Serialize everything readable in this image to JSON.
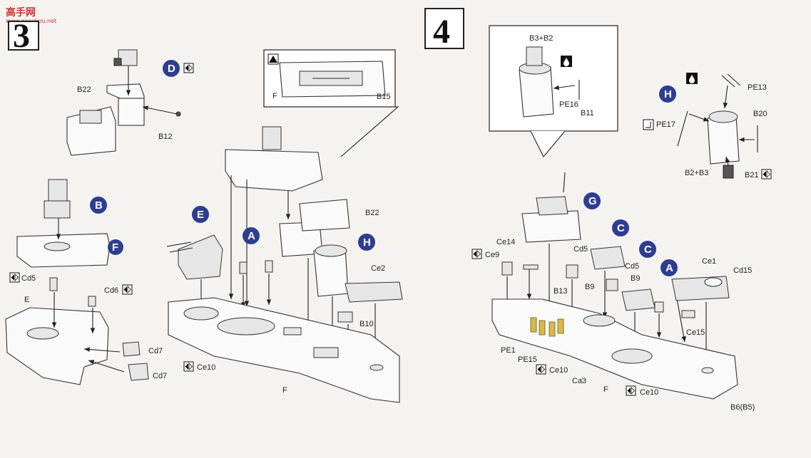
{
  "watermark": {
    "brand": "高手网",
    "url": "www.gaoshou.net"
  },
  "steps": {
    "step3": "3",
    "step4": "4"
  },
  "markers": {
    "A": "A",
    "B": "B",
    "C": "C",
    "D": "D",
    "E": "E",
    "F": "F",
    "G": "G",
    "H": "H"
  },
  "labels": {
    "B22": "B22",
    "B12": "B12",
    "B15": "B15",
    "F": "F",
    "Cd5": "Cd5",
    "Cd6": "Cd6",
    "Cd7": "Cd7",
    "E": "E",
    "Ce10": "Ce10",
    "Ce2": "Ce2",
    "B10": "B10",
    "B3B2": "B3+B2",
    "PE16": "PE16",
    "B11": "B11",
    "PE13": "PE13",
    "PE17": "PE17",
    "B20": "B20",
    "B2B3": "B2+B3",
    "B21": "B21",
    "Ce14": "Ce14",
    "Ce9": "Ce9",
    "B13": "B13",
    "B9": "B9",
    "Ce1": "Ce1",
    "Cd15": "Cd15",
    "Ce15": "Ce15",
    "PE1": "PE1",
    "PE15": "PE15",
    "Ca3": "Ca3",
    "B6B5": "B6(B5)"
  },
  "icons": {
    "warning": "warning-triangle-icon",
    "glue": "glue-drop-icon",
    "paint": "paint-icon",
    "flip": "flip-icon",
    "bend": "bend-icon"
  }
}
